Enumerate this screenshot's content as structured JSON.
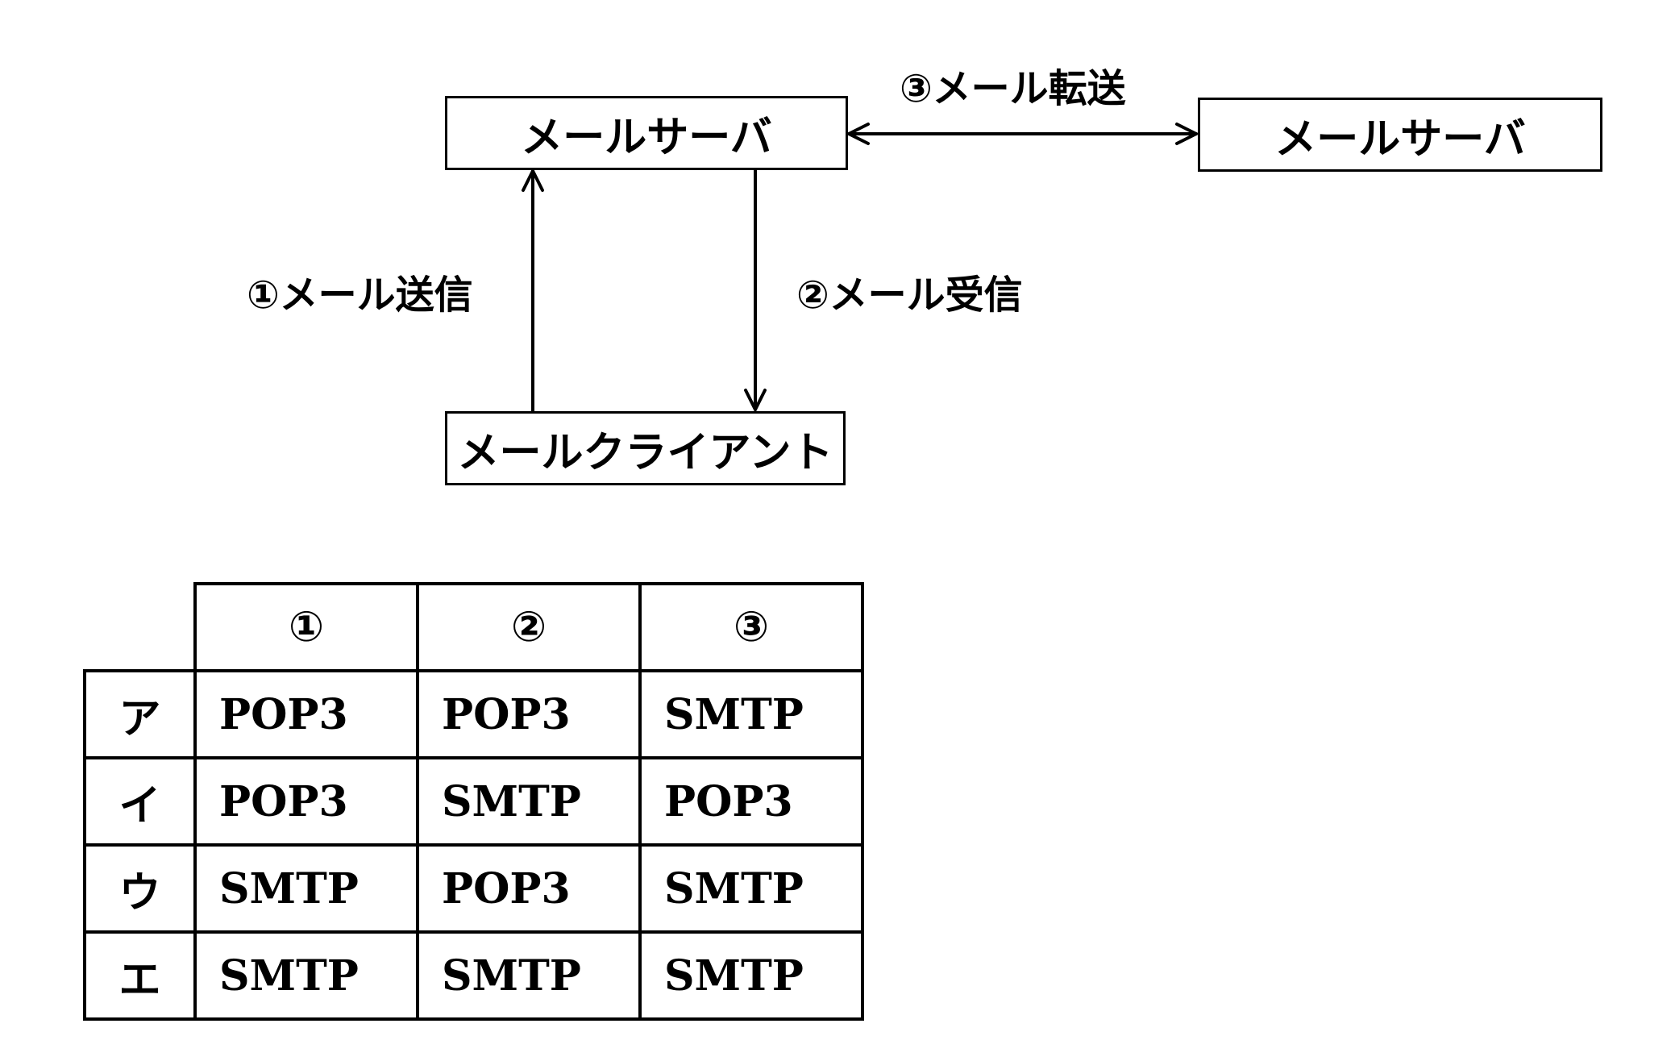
{
  "diagram": {
    "server_left": "メールサーバ",
    "server_right": "メールサーバ",
    "client": "メールクライアント",
    "label_transfer": "③メール転送",
    "label_send": "①メール送信",
    "label_receive": "②メール受信"
  },
  "table": {
    "headers": [
      "①",
      "②",
      "③"
    ],
    "rows": [
      {
        "label": "ア",
        "cells": [
          "POP3",
          "POP3",
          "SMTP"
        ]
      },
      {
        "label": "イ",
        "cells": [
          "POP3",
          "SMTP",
          "POP3"
        ]
      },
      {
        "label": "ウ",
        "cells": [
          "SMTP",
          "POP3",
          "SMTP"
        ]
      },
      {
        "label": "エ",
        "cells": [
          "SMTP",
          "SMTP",
          "SMTP"
        ]
      }
    ]
  }
}
